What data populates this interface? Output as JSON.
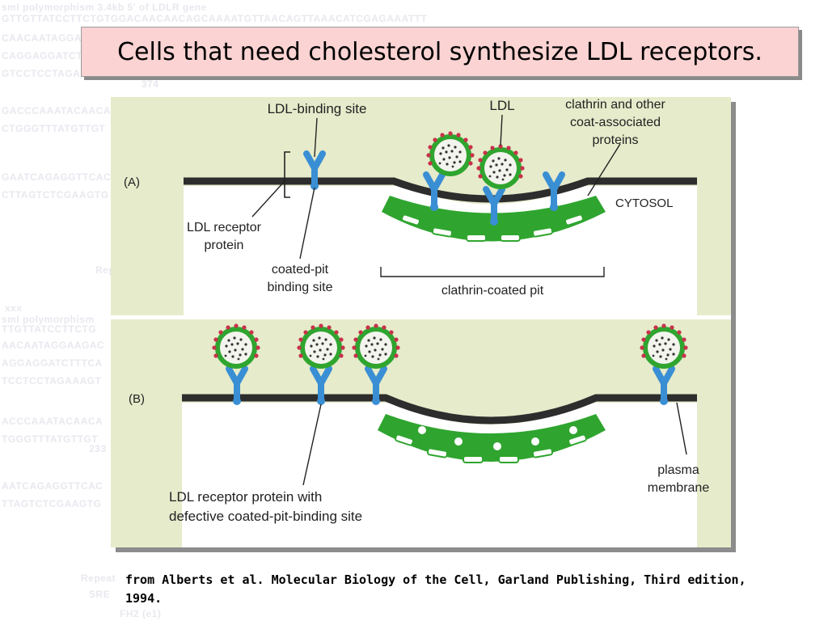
{
  "slide": {
    "title": "Cells that need cholesterol synthesize LDL receptors.",
    "caption": "from Alberts et al. Molecular Biology of the Cell, Garland Publishing, Third edition, 1994."
  },
  "background_text": [
    "sml polymorphism 3.4kb 5' of LDLR gene",
    "GTTGTTATCCTTCTGTGGACAACAACAGCAAAATGTTAACAGTTAAACATCGAGAAATTT",
    "CAACAATAGGAAGA",
    "CAGGAGGATCTTTCA",
    "GTCCTCCTAGAAAGT",
    "374",
    "GACCCAAATACAACA",
    "CTGGGTTTATGTTGT",
    "GAATCAGAGGTTCAC",
    "CTTAGTCTCGAAGTG",
    "Repeat",
    "xxx",
    "sml polymorphism",
    "TTGTTATCCTTCTG",
    "AACAATAGGAAGAC",
    "AGGAGGATCTTTCA",
    "TCCTCCTAGAAAGT",
    "ACCCAAATACAACA",
    "TGGGTTTATGTTGT",
    "233",
    "AATCAGAGGTTCAC",
    "TTAGTCTCGAAGTG",
    "Repeat",
    "SRE",
    "FH2 (e1)"
  ],
  "panel_a": {
    "label": "(A)",
    "ldl_binding_site": "LDL-binding site",
    "ldl": "LDL",
    "clathrin_line1": "clathrin and other",
    "clathrin_line2": "coat-associated",
    "clathrin_line3": "proteins",
    "cytosol": "CYTOSOL",
    "receptor_line1": "LDL receptor",
    "receptor_line2": "protein",
    "coated_pit_line1": "coated-pit",
    "coated_pit_line2": "binding site",
    "clathrin_pit": "clathrin-coated pit"
  },
  "panel_b": {
    "label": "(B)",
    "defective_line1": "LDL receptor protein with",
    "defective_line2": "defective coated-pit-binding site",
    "membrane_line1": "plasma",
    "membrane_line2": "membrane"
  },
  "colors": {
    "title_bg": "#fbd3d3",
    "extracellular": "#e6ebcb",
    "clathrin_green": "#2fa52f",
    "receptor_blue": "#3a8fd4",
    "ldl_red": "#c8324a"
  }
}
